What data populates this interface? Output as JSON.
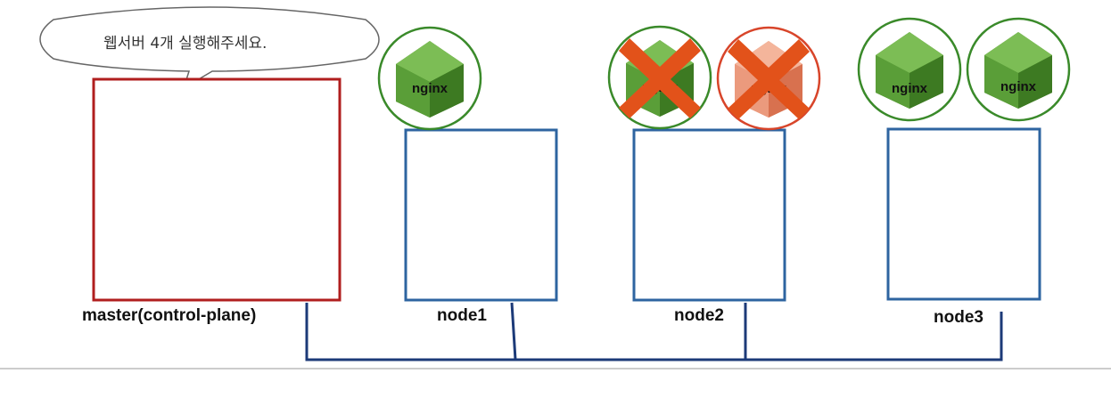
{
  "speech_bubble": {
    "text": "웹서버 4개 실행해주세요."
  },
  "master": {
    "label": "master(control-plane)"
  },
  "nodes": [
    {
      "label": "node1"
    },
    {
      "label": "node2"
    },
    {
      "label": "node3"
    }
  ],
  "pod_label": "nginx",
  "colors": {
    "master_border": "#b01e1e",
    "node_border": "#2e64a0",
    "network_line": "#1c3a78",
    "pod_ok_ring": "#3a8a2a",
    "pod_failed_ring": "#d8452a",
    "cube_green": "#5a9a3a",
    "cross": "#e2521a"
  },
  "pods": [
    {
      "node": "node1",
      "label": "nginx",
      "status": "running"
    },
    {
      "node": "node2",
      "label": "nginx",
      "status": "failed"
    },
    {
      "node": "node2",
      "label": "nginx",
      "status": "failed"
    },
    {
      "node": "node3",
      "label": "nginx",
      "status": "running"
    },
    {
      "node": "node3",
      "label": "nginx",
      "status": "running"
    }
  ]
}
